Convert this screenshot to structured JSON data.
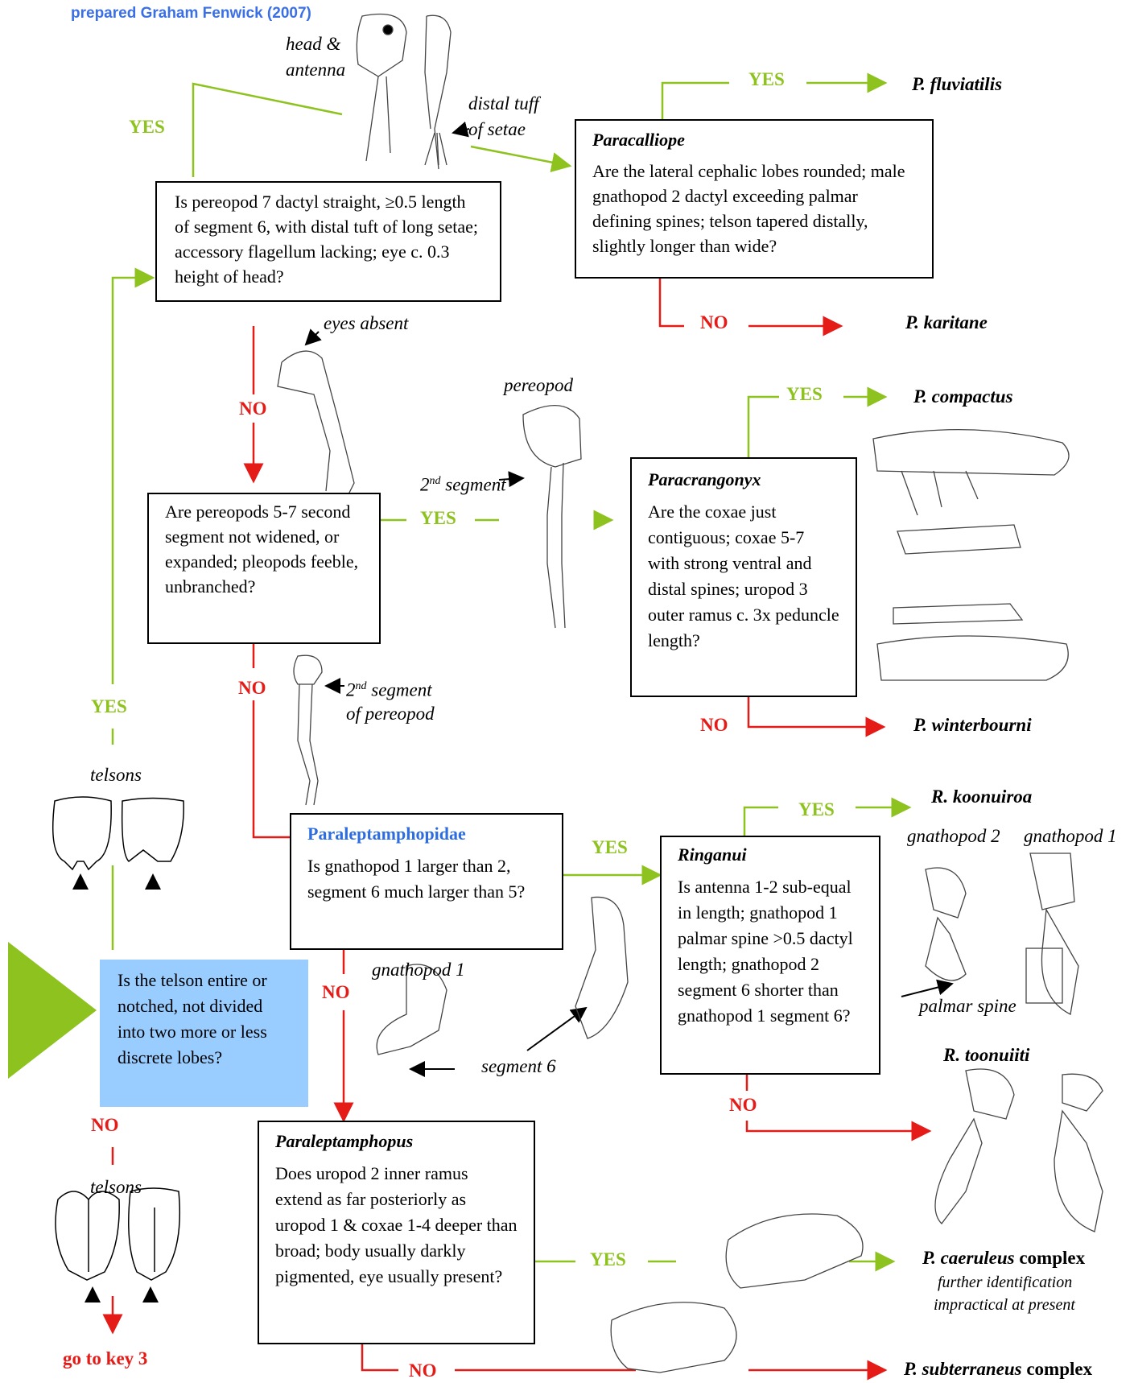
{
  "header": {
    "credit": "prepared Graham Fenwick (2007)"
  },
  "colors": {
    "yes": "#8dc21f",
    "no": "#e41b17",
    "accent": "#2e6ddf",
    "start_box": "#99ccff",
    "start_arrow": "#8dc21f"
  },
  "labels": {
    "yes": "YES",
    "no": "NO"
  },
  "start": {
    "question": "Is the telson entire or notched, not divided into two more or less discrete lobes?",
    "telsons_top": "telsons",
    "telsons_bottom": "telsons",
    "no_result": "go to key 3"
  },
  "q_pereopod7": {
    "question": "Is pereopod 7 dactyl straight, ≥0.5 length of segment 6, with distal tuft of long setae; accessory flagellum lacking; eye c. 0.3 height of head?",
    "cap_head": "head &",
    "cap_antenna": "antenna",
    "cap_tuft1": "distal tuff",
    "cap_tuft2": "of setae"
  },
  "paracalliope": {
    "title": "Paracalliope",
    "question": "Are the lateral cephalic lobes rounded; male gnathopod 2 dactyl exceeding palmar defining spines; telson tapered distally, slightly longer than wide?",
    "yes_result": "P. fluviatilis",
    "no_result": "P. karitane"
  },
  "q_pereopods57": {
    "question": "Are pereopods 5-7 second segment not widened, or expanded; pleopods feeble, unbranched?",
    "cap_eyes": "eyes absent",
    "cap_pereopod": "pereopod",
    "cap_2nd_a": "2",
    "cap_2nd_sup": "nd",
    "cap_2nd_b": " segment",
    "cap_2nd_seg_a": "2",
    "cap_2nd_seg_sup": "nd",
    "cap_2nd_seg_b": " segment",
    "cap_of_pereopod": "of pereopod"
  },
  "paracrangonyx": {
    "title": "Paracrangonyx",
    "question": "Are the coxae just contiguous; coxae 5-7 with strong ventral and distal spines; uropod  3 outer ramus c. 3x peduncle length?",
    "yes_result": "P. compactus",
    "no_result": "P. winterbourni"
  },
  "paraleptamphopidae": {
    "title": "Paraleptamphopidae",
    "question": "Is gnathopod 1 larger than 2, segment 6 much larger than 5?",
    "cap_gnathopod1": "gnathopod 1",
    "cap_segment6": "segment 6"
  },
  "ringanui": {
    "title": "Ringanui",
    "question": "Is antenna 1-2 sub-equal in length; gnathopod 1 palmar spine >0.5 dactyl length; gnathopod 2 segment 6 shorter than gnathopod 1 segment 6?",
    "yes_result": "R. koonuiroa",
    "no_result": "R. toonuiiti",
    "cap_gnath2": "gnathopod 2",
    "cap_gnath1": "gnathopod 1",
    "cap_palmar": "palmar spine"
  },
  "paraleptamphopus": {
    "title": "Paraleptamphopus",
    "question": "Does uropod 2 inner ramus extend as far posteriorly as uropod 1 & coxae 1-4 deeper than broad; body usually darkly pigmented, eye usually present?",
    "yes_result_a": "P. caeruleus",
    "yes_result_b": " complex",
    "yes_note1": "further identification",
    "yes_note2": "impractical at present",
    "no_result_a": "P. subterraneus",
    "no_result_b": " complex"
  }
}
